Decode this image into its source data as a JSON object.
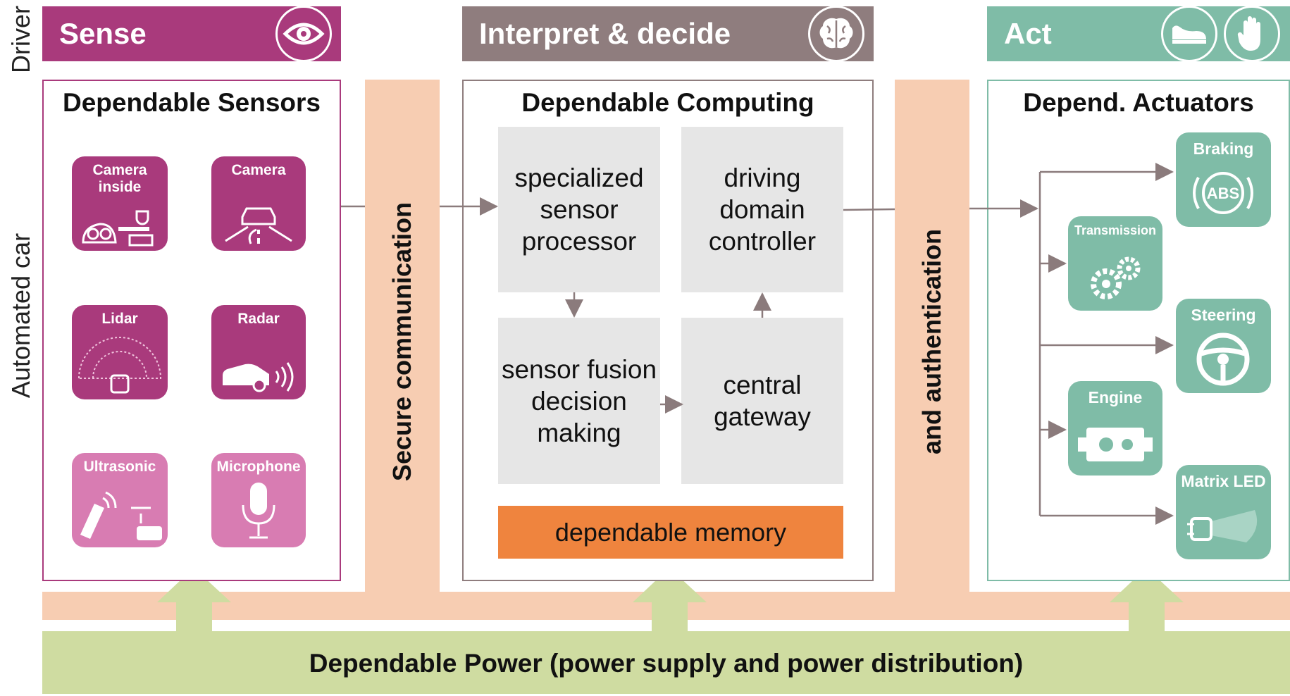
{
  "side_labels": {
    "driver": "Driver",
    "automated_car": "Automated car"
  },
  "headers": {
    "sense": "Sense",
    "interpret": "Interpret & decide",
    "act": "Act"
  },
  "header_icons": [
    "eye-icon",
    "brain-icon",
    "shoe-icon",
    "hand-icon"
  ],
  "sensors": {
    "title": "Dependable Sensors",
    "tiles": [
      {
        "label": "Camera inside",
        "icon": "driver-cockpit-icon"
      },
      {
        "label": "Camera",
        "icon": "car-road-icon"
      },
      {
        "label": "Lidar",
        "icon": "lidar-fan-icon"
      },
      {
        "label": "Radar",
        "icon": "car-radar-icon"
      },
      {
        "label": "Ultrasonic",
        "icon": "parking-icon"
      },
      {
        "label": "Microphone",
        "icon": "microphone-icon"
      }
    ]
  },
  "secure_comm": {
    "left": "Secure communication",
    "right": "and authentication"
  },
  "computing": {
    "title": "Dependable Computing",
    "boxes": {
      "ssp": "specialized sensor processor",
      "ddc": "driving domain controller",
      "sfdm": "sensor fusion decision making",
      "cg": "central gateway"
    },
    "memory": "dependable memory"
  },
  "actuators": {
    "title": "Depend. Actuators",
    "items": [
      {
        "label": "Braking",
        "icon": "abs-icon"
      },
      {
        "label": "Transmission",
        "icon": "gears-icon"
      },
      {
        "label": "Steering",
        "icon": "steering-wheel-icon"
      },
      {
        "label": "Engine",
        "icon": "engine-icon"
      },
      {
        "label": "Matrix LED",
        "icon": "headlight-icon"
      }
    ]
  },
  "power": "Dependable Power (power supply and power distribution)",
  "colors": {
    "sense": "#a93a7c",
    "sense_light": "#d87cb2",
    "interpret": "#8f7d7e",
    "act": "#7fbca7",
    "secure_band": "#f7cdb2",
    "power": "#cfdca1",
    "memory": "#ef843e",
    "box": "#e6e6e6",
    "arrow": "#8b7b7c"
  }
}
